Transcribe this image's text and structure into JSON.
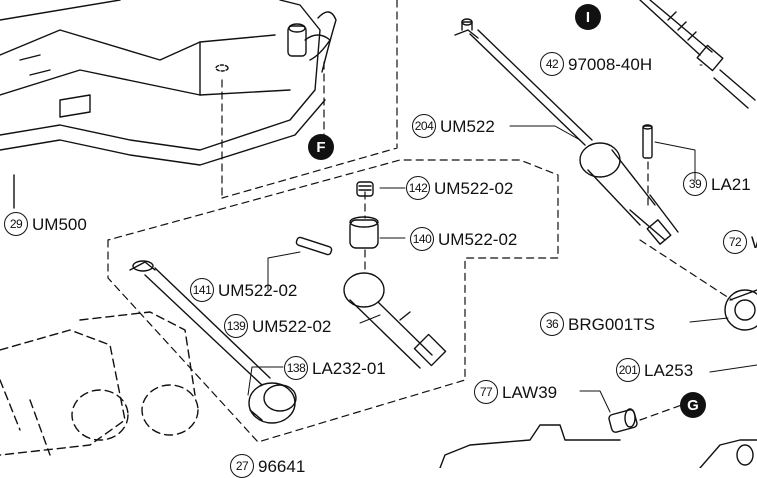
{
  "figure": {
    "badges": [
      {
        "id": "I",
        "label": "I"
      },
      {
        "id": "F",
        "label": "F"
      },
      {
        "id": "G",
        "label": "G"
      }
    ],
    "callouts": [
      {
        "num": "42",
        "part": "97008-40H"
      },
      {
        "num": "204",
        "part": "UM522"
      },
      {
        "num": "39",
        "part": "LA21"
      },
      {
        "num": "142",
        "part": "UM522-02"
      },
      {
        "num": "140",
        "part": "UM522-02"
      },
      {
        "num": "29",
        "part": "UM500"
      },
      {
        "num": "72",
        "part": "W"
      },
      {
        "num": "141",
        "part": "UM522-02"
      },
      {
        "num": "139",
        "part": "UM522-02"
      },
      {
        "num": "36",
        "part": "BRG001TS"
      },
      {
        "num": "138",
        "part": "LA232-01"
      },
      {
        "num": "201",
        "part": "LA253"
      },
      {
        "num": "77",
        "part": "LAW39"
      },
      {
        "num": "27",
        "part": "96641"
      }
    ]
  }
}
